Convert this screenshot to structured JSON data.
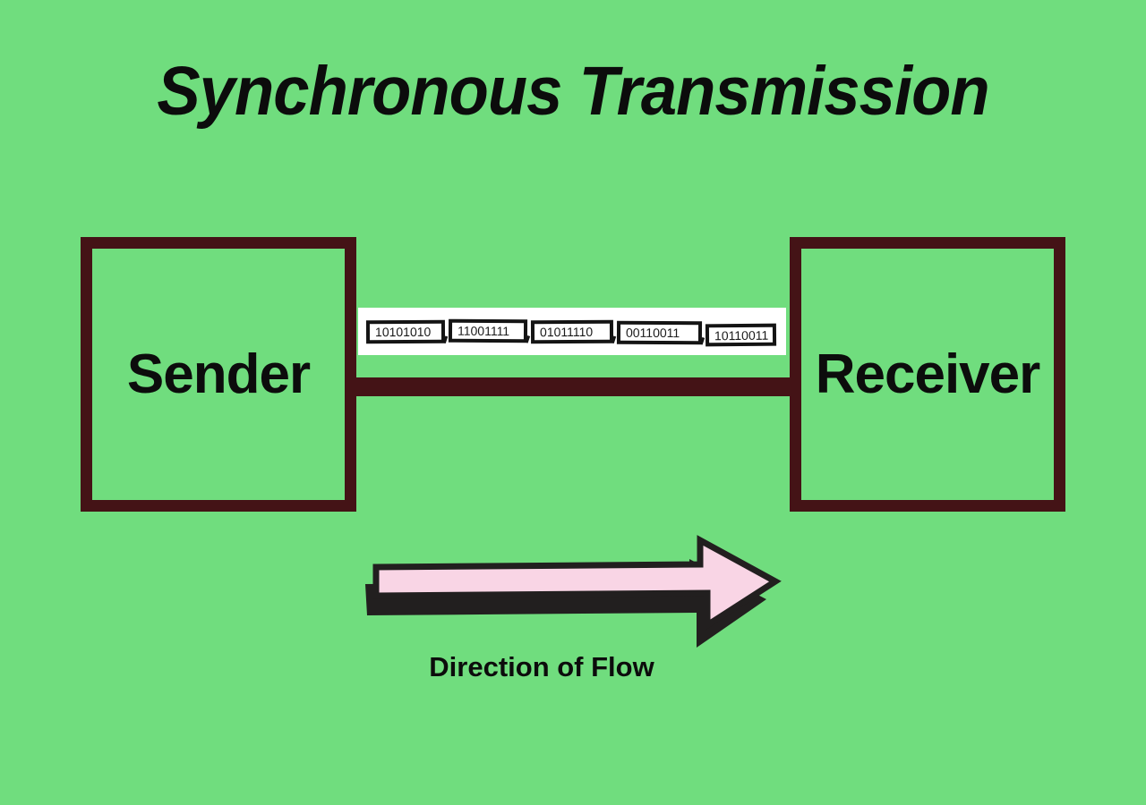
{
  "title": "Synchronous Transmission",
  "nodes": {
    "sender": {
      "label": "Sender"
    },
    "receiver": {
      "label": "Receiver"
    }
  },
  "data_stream": {
    "description": "continuous stream of data frames between sender and receiver",
    "frames": [
      "10101010",
      "11001111",
      "01011110",
      "00110011",
      "10110011"
    ]
  },
  "flow": {
    "label": "Direction of Flow",
    "direction": "left-to-right"
  },
  "colors": {
    "background": "#70dd7e",
    "box_border": "#441316",
    "frame_bg": "#ffffff",
    "frame_border": "#141414",
    "arrow_fill": "#f9d5e5",
    "arrow_outline": "#221f1f",
    "text": "#0c0c0c"
  }
}
